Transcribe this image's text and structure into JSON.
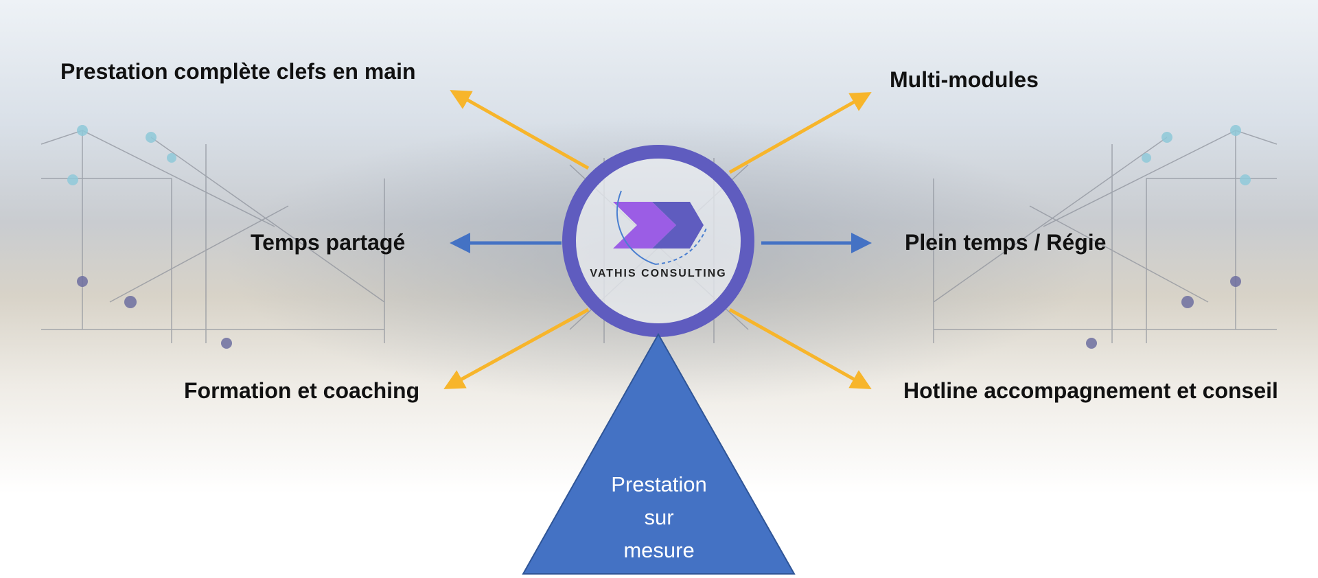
{
  "labels": {
    "top_left": "Prestation complète clefs en main",
    "top_right": "Multi-modules",
    "mid_left": "Temps partagé",
    "mid_right": "Plein temps / Régie",
    "bottom_left": "Formation et coaching",
    "bottom_right": "Hotline accompagnement et conseil"
  },
  "logo": {
    "text": "VATHIS CONSULTING"
  },
  "triangle": {
    "lines": [
      "Prestation",
      "sur",
      "mesure"
    ]
  },
  "colors": {
    "ring": "#5f5cbf",
    "yellow_arrow": "#f7b52b",
    "blue_arrow": "#4472c4",
    "triangle": "#4472c4",
    "chevron1": "#9b5de5",
    "chevron2": "#5f5cbf"
  }
}
